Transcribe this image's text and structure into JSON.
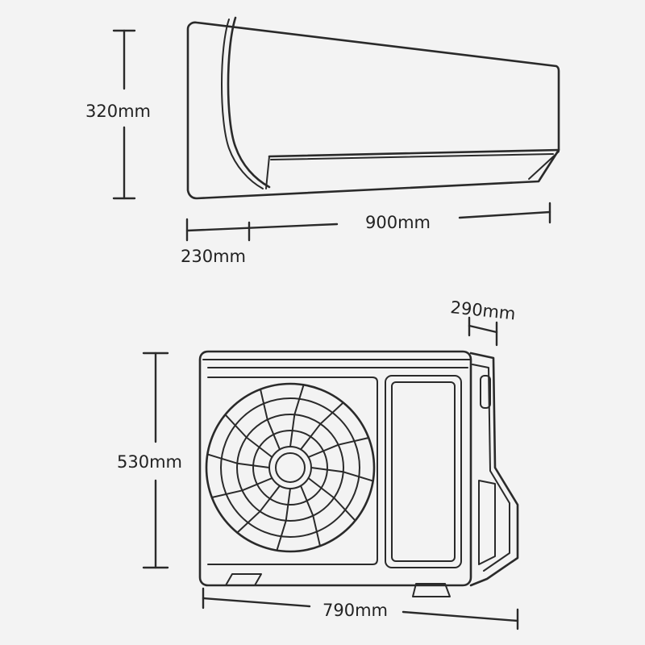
{
  "indoor_unit": {
    "height_label": "320mm",
    "width_label": "900mm",
    "depth_label": "230mm"
  },
  "outdoor_unit": {
    "height_label": "530mm",
    "width_label": "790mm",
    "depth_label": "290mm"
  }
}
